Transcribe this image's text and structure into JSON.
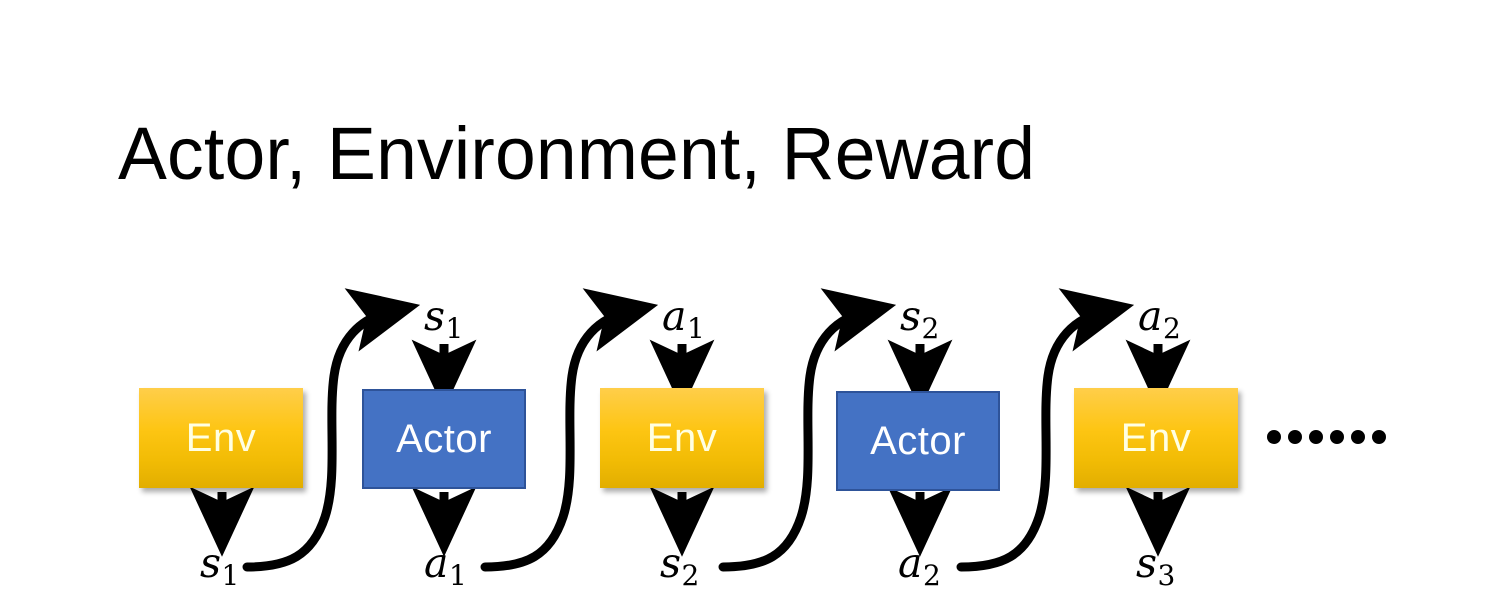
{
  "slide": {
    "title": "Actor, Environment, Reward",
    "background_color": "#FFFFFF"
  },
  "colors": {
    "env_fill_top": "#FFCE4A",
    "env_fill_bottom": "#E2AE00",
    "env_text": "#FFFFE3",
    "actor_fill": "#4472C4",
    "actor_border": "#2E5399",
    "actor_text": "#FFFFFF",
    "arrow": "#000000",
    "title_text": "#000000"
  },
  "diagram": {
    "type": "sequence-chain",
    "stages": [
      {
        "node_label": "Env",
        "node_kind": "env",
        "input_label": null,
        "input_sub": null,
        "output_label": "s",
        "output_sub": "1"
      },
      {
        "node_label": "Actor",
        "node_kind": "actor",
        "input_label": "s",
        "input_sub": "1",
        "output_label": "a",
        "output_sub": "1"
      },
      {
        "node_label": "Env",
        "node_kind": "env",
        "input_label": "a",
        "input_sub": "1",
        "output_label": "s",
        "output_sub": "2"
      },
      {
        "node_label": "Actor",
        "node_kind": "actor",
        "input_label": "s",
        "input_sub": "2",
        "output_label": "a",
        "output_sub": "2"
      },
      {
        "node_label": "Env",
        "node_kind": "env",
        "input_label": "a",
        "input_sub": "2",
        "output_label": "s",
        "output_sub": "3"
      }
    ],
    "continuation": {
      "glyph": "ellipsis",
      "dot_count": 6
    }
  }
}
